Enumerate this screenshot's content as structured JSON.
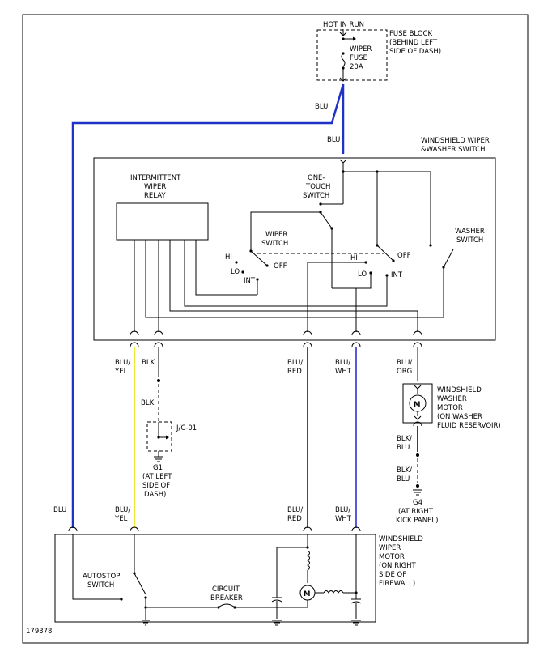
{
  "figure_id": "179378",
  "fuse_block": {
    "hot_label": "HOT IN RUN",
    "fuse_lines": [
      "WIPER",
      "FUSE",
      "20A"
    ],
    "block_lines": [
      "FUSE BLOCK",
      "(BEHIND LEFT",
      "SIDE OF DASH)"
    ]
  },
  "switch_box": {
    "title_lines": [
      "WINDSHIELD WIPER",
      "&WASHER SWITCH"
    ],
    "relay_lines": [
      "INTERMITTENT",
      "WIPER",
      "RELAY"
    ],
    "one_touch_lines": [
      "ONE-",
      "TOUCH",
      "SWITCH"
    ],
    "wiper_switch_lines": [
      "WIPER",
      "SWITCH"
    ],
    "washer_switch_lines": [
      "WASHER",
      "SWITCH"
    ],
    "left_positions": {
      "hi": "HI",
      "lo": "LO",
      "int": "INT",
      "off": "OFF"
    },
    "right_positions": {
      "hi": "HI",
      "lo": "LO",
      "int": "INT",
      "off": "OFF"
    }
  },
  "wires": {
    "blu_top": "BLU",
    "blu_entry": "BLU",
    "blu_left": "BLU",
    "blu_yel_top": [
      "BLU/",
      "YEL"
    ],
    "blu_yel_bottom": [
      "BLU/",
      "YEL"
    ],
    "blk_top": "BLK",
    "blk_mid": "BLK",
    "blu_red_top": [
      "BLU/",
      "RED"
    ],
    "blu_red_bottom": [
      "BLU/",
      "RED"
    ],
    "blu_wht_top": [
      "BLU/",
      "WHT"
    ],
    "blu_wht_bottom": [
      "BLU/",
      "WHT"
    ],
    "blu_org": [
      "BLU/",
      "ORG"
    ],
    "blk_blu_1": [
      "BLK/",
      "BLU"
    ],
    "blk_blu_2": [
      "BLK/",
      "BLU"
    ]
  },
  "junction": {
    "jc": "J/C-01",
    "ground_lines": [
      "G1",
      "(AT LEFT",
      "SIDE OF",
      "DASH)"
    ]
  },
  "washer_motor": {
    "lines": [
      "WINDSHIELD",
      "WASHER",
      "MOTOR",
      "(ON WASHER",
      "FLUID RESERVOIR)"
    ],
    "symbol": "M"
  },
  "ground_g4": {
    "lines": [
      "G4",
      "(AT RIGHT",
      "KICK PANEL)"
    ]
  },
  "wiper_motor": {
    "lines": [
      "WINDSHIELD",
      "WIPER",
      "MOTOR",
      "(ON RIGHT",
      "SIDE OF",
      "FIREWALL)"
    ],
    "autostop_lines": [
      "AUTOSTOP",
      "SWITCH"
    ],
    "breaker_lines": [
      "CIRCUIT",
      "BREAKER"
    ],
    "symbol": "M"
  },
  "colors": {
    "blu": "#1f32c8",
    "yel": "#eaea30",
    "red": "#8a1f86",
    "wht": "#5a5ad8",
    "org": "#c97a30",
    "frame": "#000000"
  }
}
